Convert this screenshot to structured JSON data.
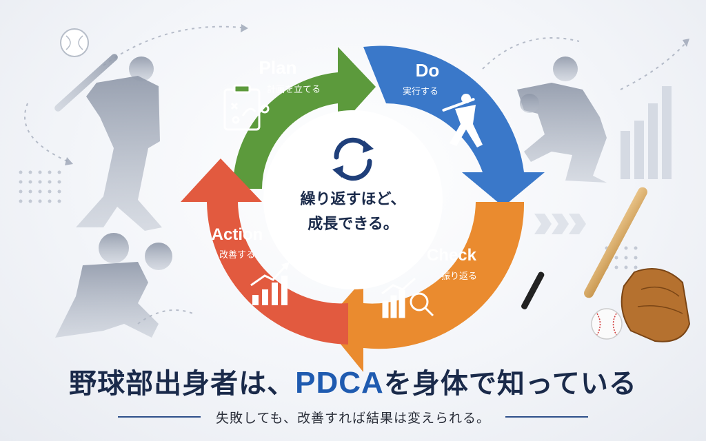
{
  "cycle": {
    "center_icon": "refresh-cycle-icon",
    "center_line1": "繰り返すほど、",
    "center_line2": "成長できる。",
    "stages": [
      {
        "key": "plan",
        "title": "Plan",
        "subtitle": "計画を立てる",
        "color": "#5c9a3c",
        "icon": "clipboard-strategy-icon"
      },
      {
        "key": "do",
        "title": "Do",
        "subtitle": "実行する",
        "color": "#3a78c9",
        "icon": "batter-swing-icon"
      },
      {
        "key": "check",
        "title": "Check",
        "subtitle": "振り返る",
        "color": "#ea8b2f",
        "icon": "chart-magnifier-icon"
      },
      {
        "key": "action",
        "title": "Action",
        "subtitle": "改善する",
        "color": "#e25a3f",
        "icon": "rising-bar-chart-icon"
      }
    ]
  },
  "headline": {
    "before": "野球部出身者は、",
    "accent": "PDCA",
    "after": "を身体で知っている"
  },
  "subline": "失敗しても、改善すれば結果は変えられる。",
  "colors": {
    "navy": "#1a2a4a",
    "accent_blue": "#1f5bb0",
    "silhouette": "#9aa3b4"
  }
}
